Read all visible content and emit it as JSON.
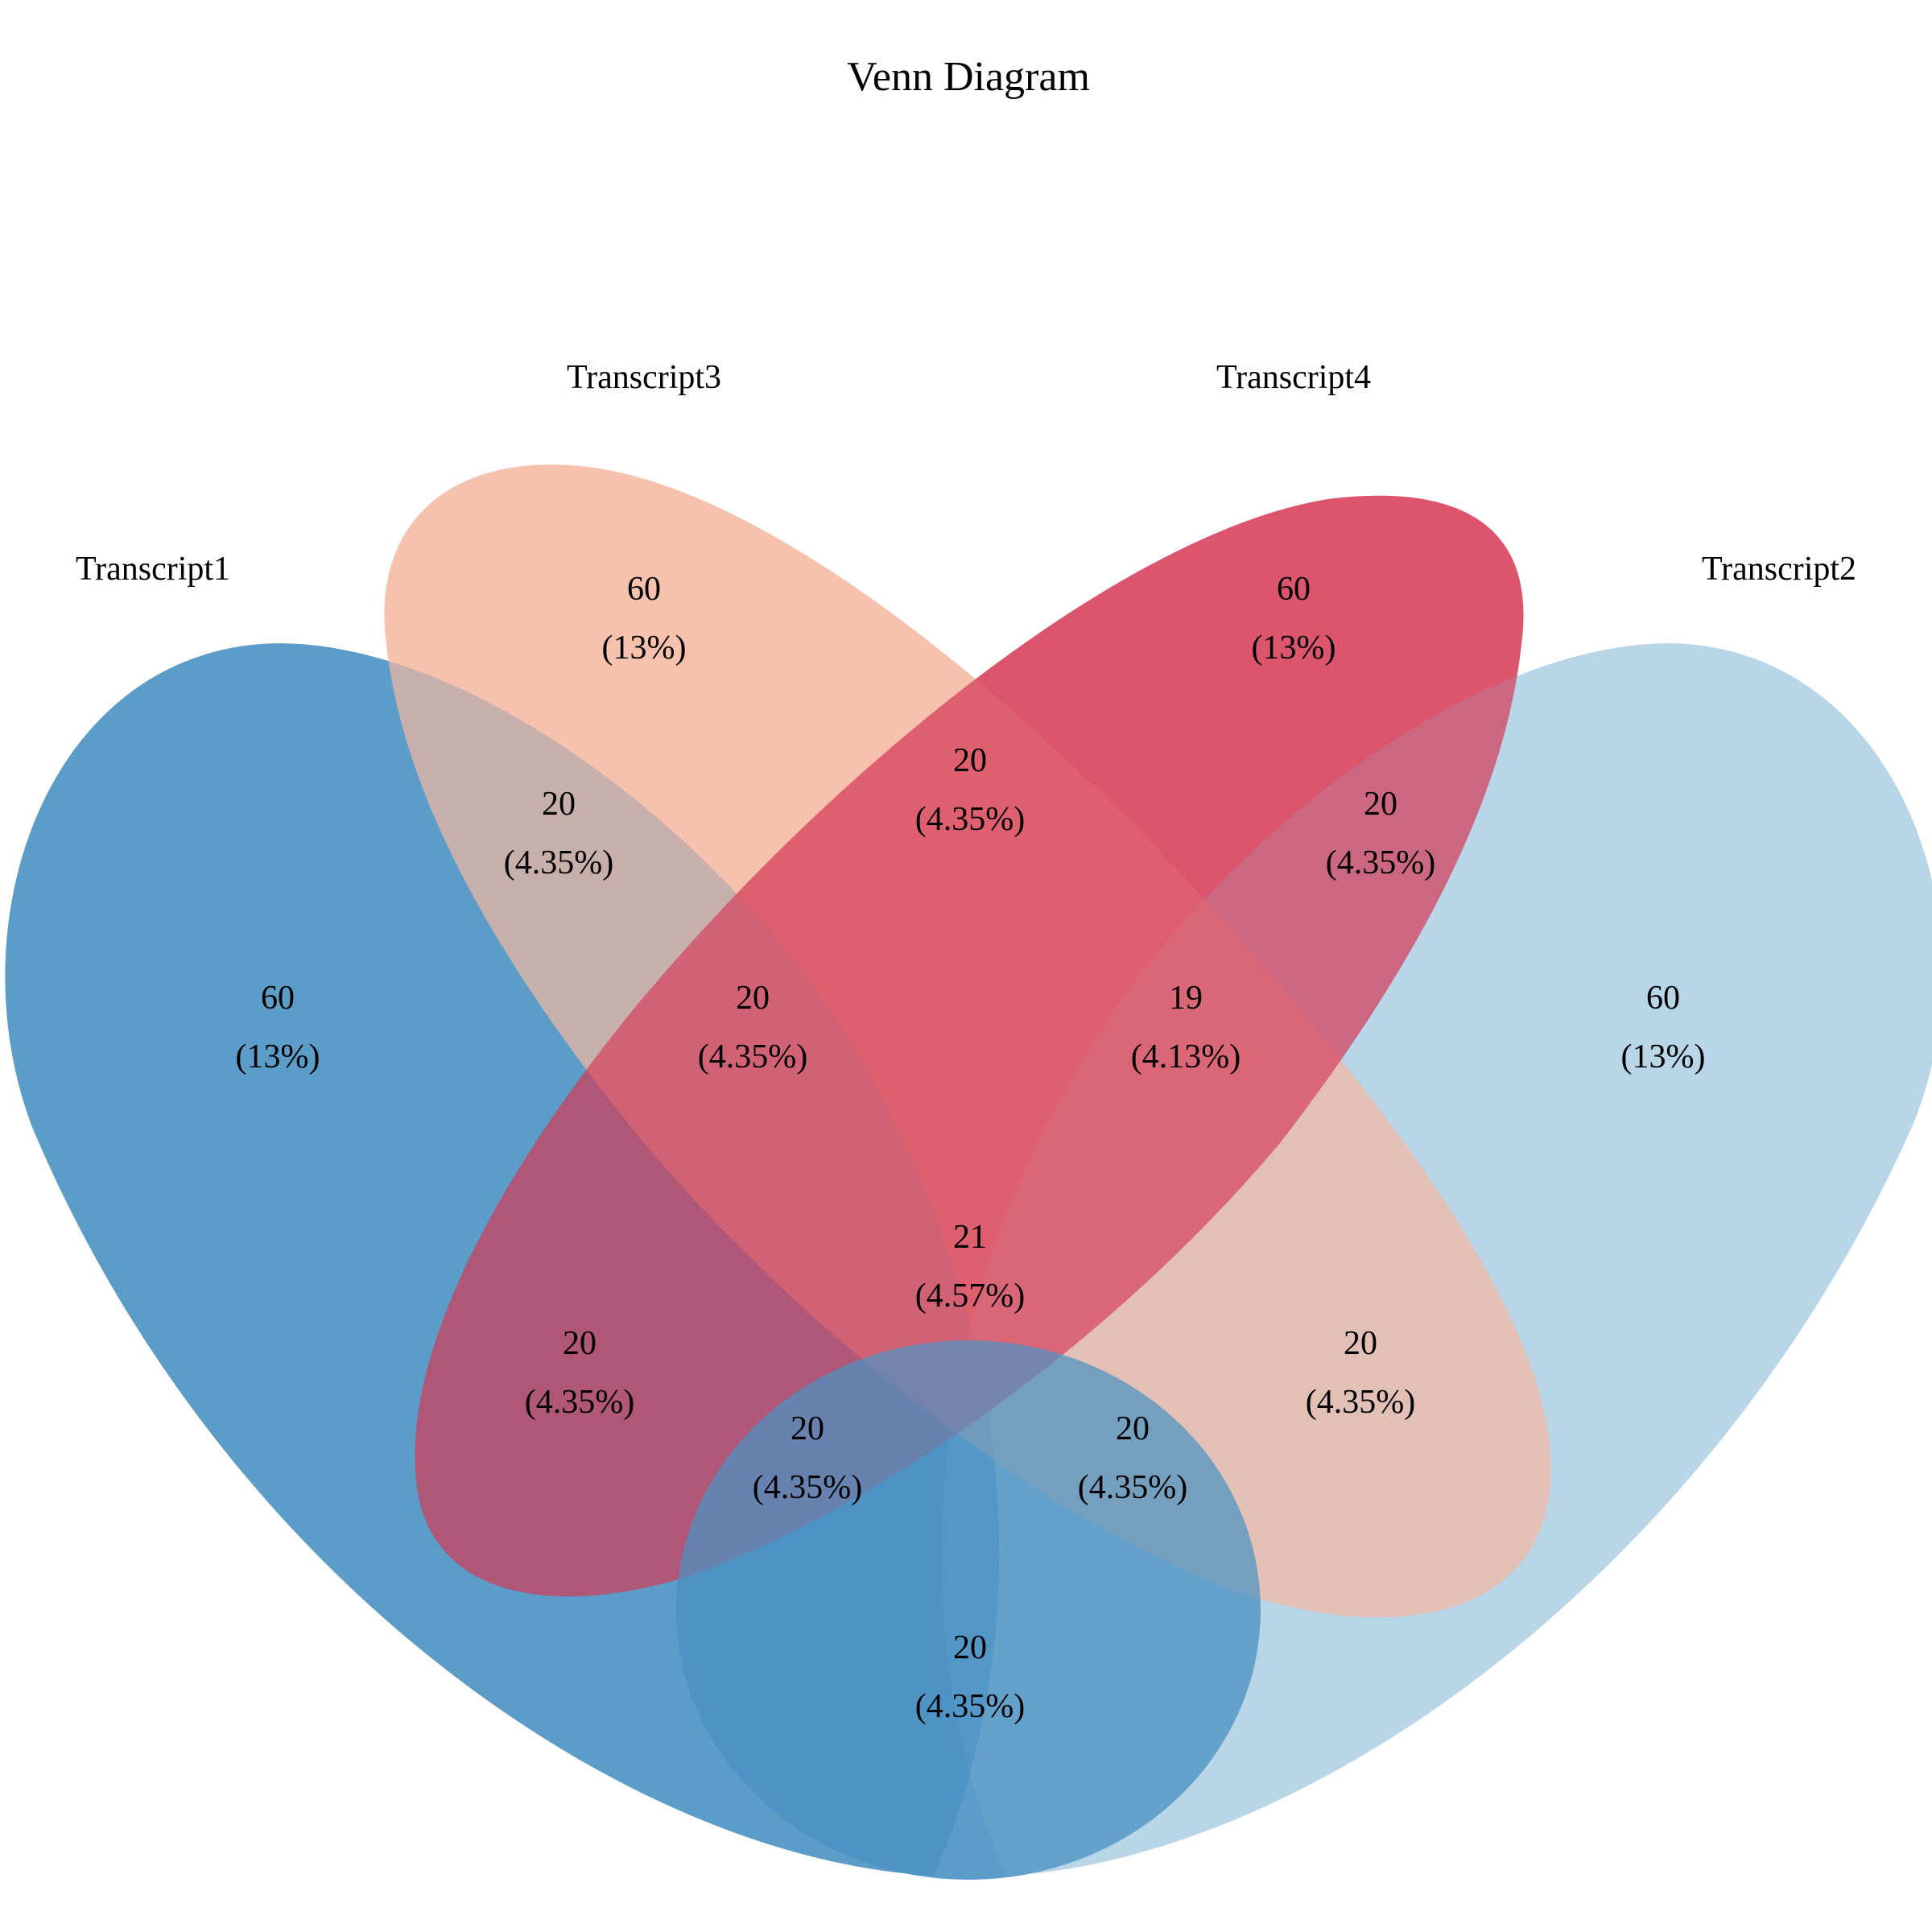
{
  "title": "Venn Diagram",
  "sets": [
    {
      "id": "t1",
      "name": "Transcript1",
      "color": "#4b93c3",
      "opacity": 0.7
    },
    {
      "id": "t2",
      "name": "Transcript2",
      "color": "#b0d2e6",
      "opacity": 0.7
    },
    {
      "id": "t3",
      "name": "Transcript3",
      "color": "#f4b9a1",
      "opacity": 0.65
    },
    {
      "id": "t4",
      "name": "Transcript4",
      "color": "#d53e59",
      "opacity": 0.65
    }
  ],
  "regions": [
    {
      "sets": [
        "Transcript3"
      ],
      "count": "60",
      "percent": "(13%)"
    },
    {
      "sets": [
        "Transcript4"
      ],
      "count": "60",
      "percent": "(13%)"
    },
    {
      "sets": [
        "Transcript1"
      ],
      "count": "60",
      "percent": "(13%)"
    },
    {
      "sets": [
        "Transcript2"
      ],
      "count": "60",
      "percent": "(13%)"
    },
    {
      "sets": [
        "Transcript1",
        "Transcript3"
      ],
      "count": "20",
      "percent": "(4.35%)"
    },
    {
      "sets": [
        "Transcript3",
        "Transcript4"
      ],
      "count": "20",
      "percent": "(4.35%)"
    },
    {
      "sets": [
        "Transcript2",
        "Transcript4"
      ],
      "count": "20",
      "percent": "(4.35%)"
    },
    {
      "sets": [
        "Transcript1",
        "Transcript3",
        "Transcript4"
      ],
      "count": "20",
      "percent": "(4.35%)"
    },
    {
      "sets": [
        "Transcript2",
        "Transcript3",
        "Transcript4"
      ],
      "count": "19",
      "percent": "(4.13%)"
    },
    {
      "sets": [
        "Transcript1",
        "Transcript2",
        "Transcript3",
        "Transcript4"
      ],
      "count": "21",
      "percent": "(4.57%)"
    },
    {
      "sets": [
        "Transcript1",
        "Transcript4"
      ],
      "count": "20",
      "percent": "(4.35%)"
    },
    {
      "sets": [
        "Transcript2",
        "Transcript3"
      ],
      "count": "20",
      "percent": "(4.35%)"
    },
    {
      "sets": [
        "Transcript1",
        "Transcript2",
        "Transcript4"
      ],
      "count": "20",
      "percent": "(4.35%)"
    },
    {
      "sets": [
        "Transcript1",
        "Transcript2",
        "Transcript3"
      ],
      "count": "20",
      "percent": "(4.35%)"
    },
    {
      "sets": [
        "Transcript1",
        "Transcript2"
      ],
      "count": "20",
      "percent": "(4.35%)"
    }
  ]
}
